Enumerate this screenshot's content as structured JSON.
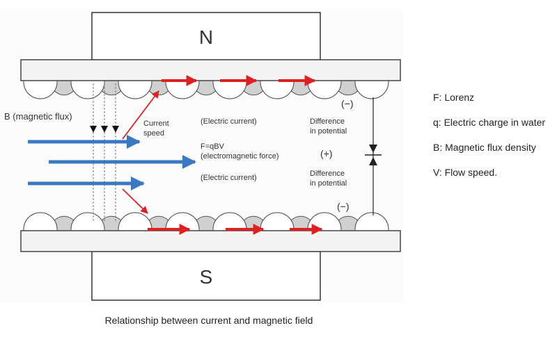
{
  "diagram": {
    "pole_top": "N",
    "pole_bottom": "S",
    "magnetic_flux_label": "B (magnetic flux)",
    "current_speed_label": [
      "Current",
      "speed"
    ],
    "electric_current_top": "(Electric current)",
    "force_formula": "F=qBV",
    "force_label": "(electromagnetic force)",
    "electric_current_bottom": "(Electric current)",
    "difference_top": [
      "Difference",
      "in potential"
    ],
    "difference_bottom": [
      "Difference",
      "in potential"
    ],
    "minus_top": "(−)",
    "plus_middle": "(+)",
    "minus_bottom": "(−)",
    "colors": {
      "flux_arrow": "#3a78c2",
      "current_arrow": "#e02020",
      "plate_fill": "#f4f4f4",
      "ion_gray": "#d0d0d0"
    }
  },
  "legend": [
    "F: Lorenz",
    "q: Electric charge in water",
    "B: Magnetic flux density",
    "V: Flow speed."
  ],
  "caption": "Relationship between current and magnetic field"
}
